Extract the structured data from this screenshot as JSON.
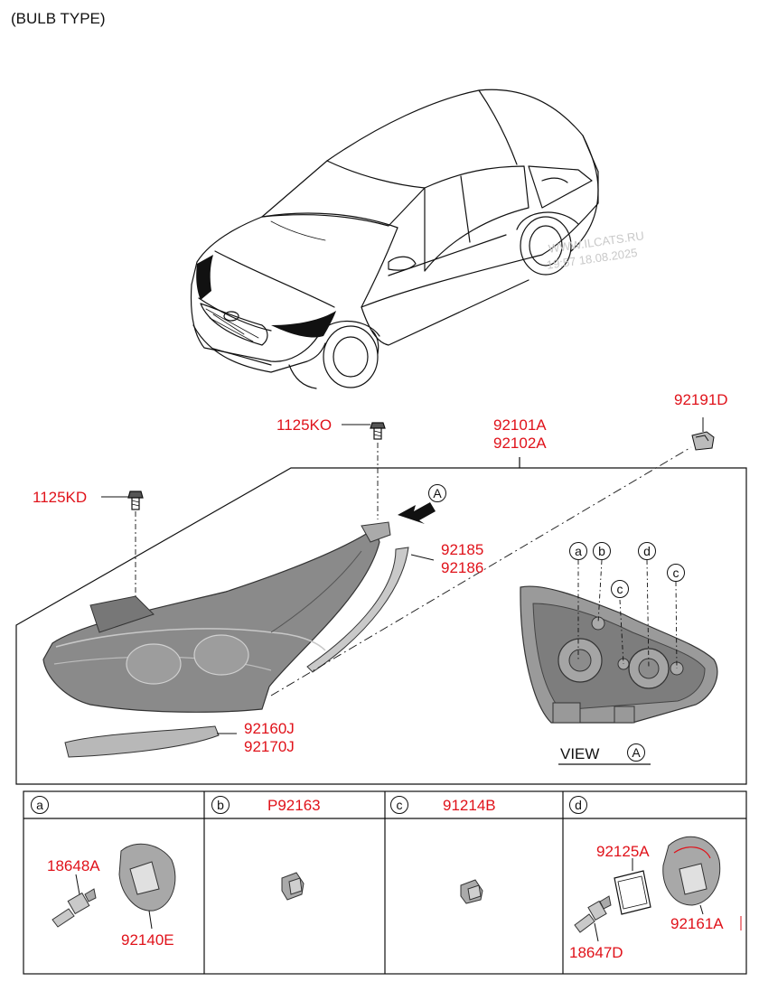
{
  "header": {
    "title": "(BULB TYPE)"
  },
  "watermark": {
    "line1": "WWW.ILCATS.RU",
    "line2": "19:57 18.08.2025"
  },
  "parts": {
    "screw_top": "1125KO",
    "screw_left": "1125KD",
    "headlamp_lh": "92101A",
    "headlamp_rh": "92102A",
    "bracket": "92191D",
    "garnish_lh": "92185",
    "garnish_rh": "92186",
    "lower_strip_lh": "92160J",
    "lower_strip_rh": "92170J"
  },
  "view": {
    "label": "VIEW",
    "ref": "A",
    "callouts": [
      "a",
      "b",
      "c",
      "d",
      "c"
    ]
  },
  "arrow_ref": "A",
  "table": {
    "cells": [
      {
        "key": "a",
        "header_part": "",
        "parts": [
          "18648A",
          "92140E"
        ]
      },
      {
        "key": "b",
        "header_part": "P92163",
        "parts": []
      },
      {
        "key": "c",
        "header_part": "91214B",
        "parts": []
      },
      {
        "key": "d",
        "header_part": "",
        "parts": [
          "92125A",
          "92161A",
          "18647D"
        ]
      }
    ]
  },
  "colors": {
    "label": "#e0121a",
    "line": "#111111",
    "lamp_fill": "#8a8a8a"
  }
}
